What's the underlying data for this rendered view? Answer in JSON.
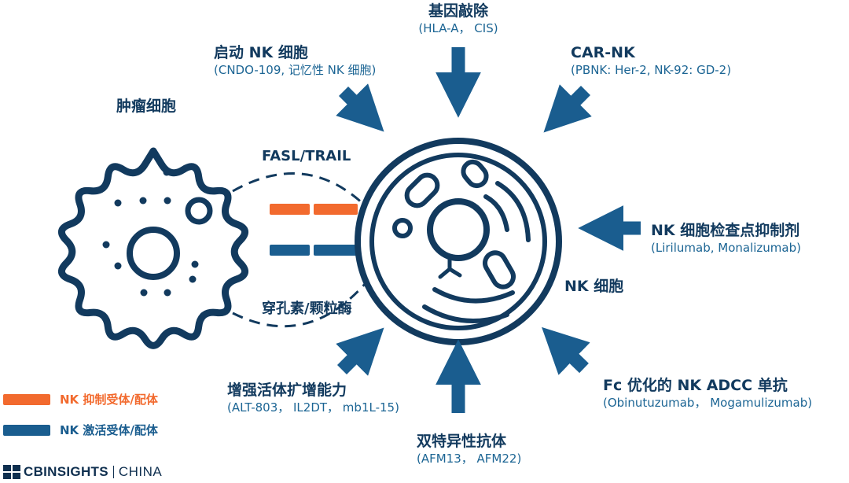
{
  "colors": {
    "navy": "#123a5e",
    "blue": "#1c6594",
    "orange": "#f26a2e",
    "arrow": "#1a5d8f"
  },
  "tumor_cell": {
    "label": "肿瘤细胞"
  },
  "nk_cell": {
    "label": "NK 细胞"
  },
  "connections": {
    "top_label": "FASL/TRAIL",
    "bottom_label": "穿孔素/颗粒酶"
  },
  "strategies": {
    "gene_knockout": {
      "title": "基因敲除",
      "examples": "(HLA-A， CIS)"
    },
    "priming": {
      "title": "启动 NK 细胞",
      "examples": "(CNDO-109, 记忆性 NK 细胞)"
    },
    "car_nk": {
      "title": "CAR-NK",
      "examples": "(PBNK: Her-2, NK-92: GD-2)"
    },
    "checkpoint": {
      "title": "NK 细胞检查点抑制剂",
      "examples": "(Lirilumab, Monalizumab)"
    },
    "fc_adcc": {
      "title": "Fc 优化的 NK ADCC 单抗",
      "examples": "(Obinutuzumab， Mogamulizumab)"
    },
    "bispecific": {
      "title": "双特异性抗体",
      "examples": "(AFM13， AFM22)"
    },
    "expansion": {
      "title": "增强活体扩增能力",
      "examples": "(ALT-803， IL2DT， mb1L-15)"
    }
  },
  "legend": {
    "inhibitory": "NK 抑制受体/配体",
    "activating": "NK 激活受体/配体"
  },
  "logo": {
    "brand": "CBINSIGHTS",
    "region": "CHINA"
  }
}
